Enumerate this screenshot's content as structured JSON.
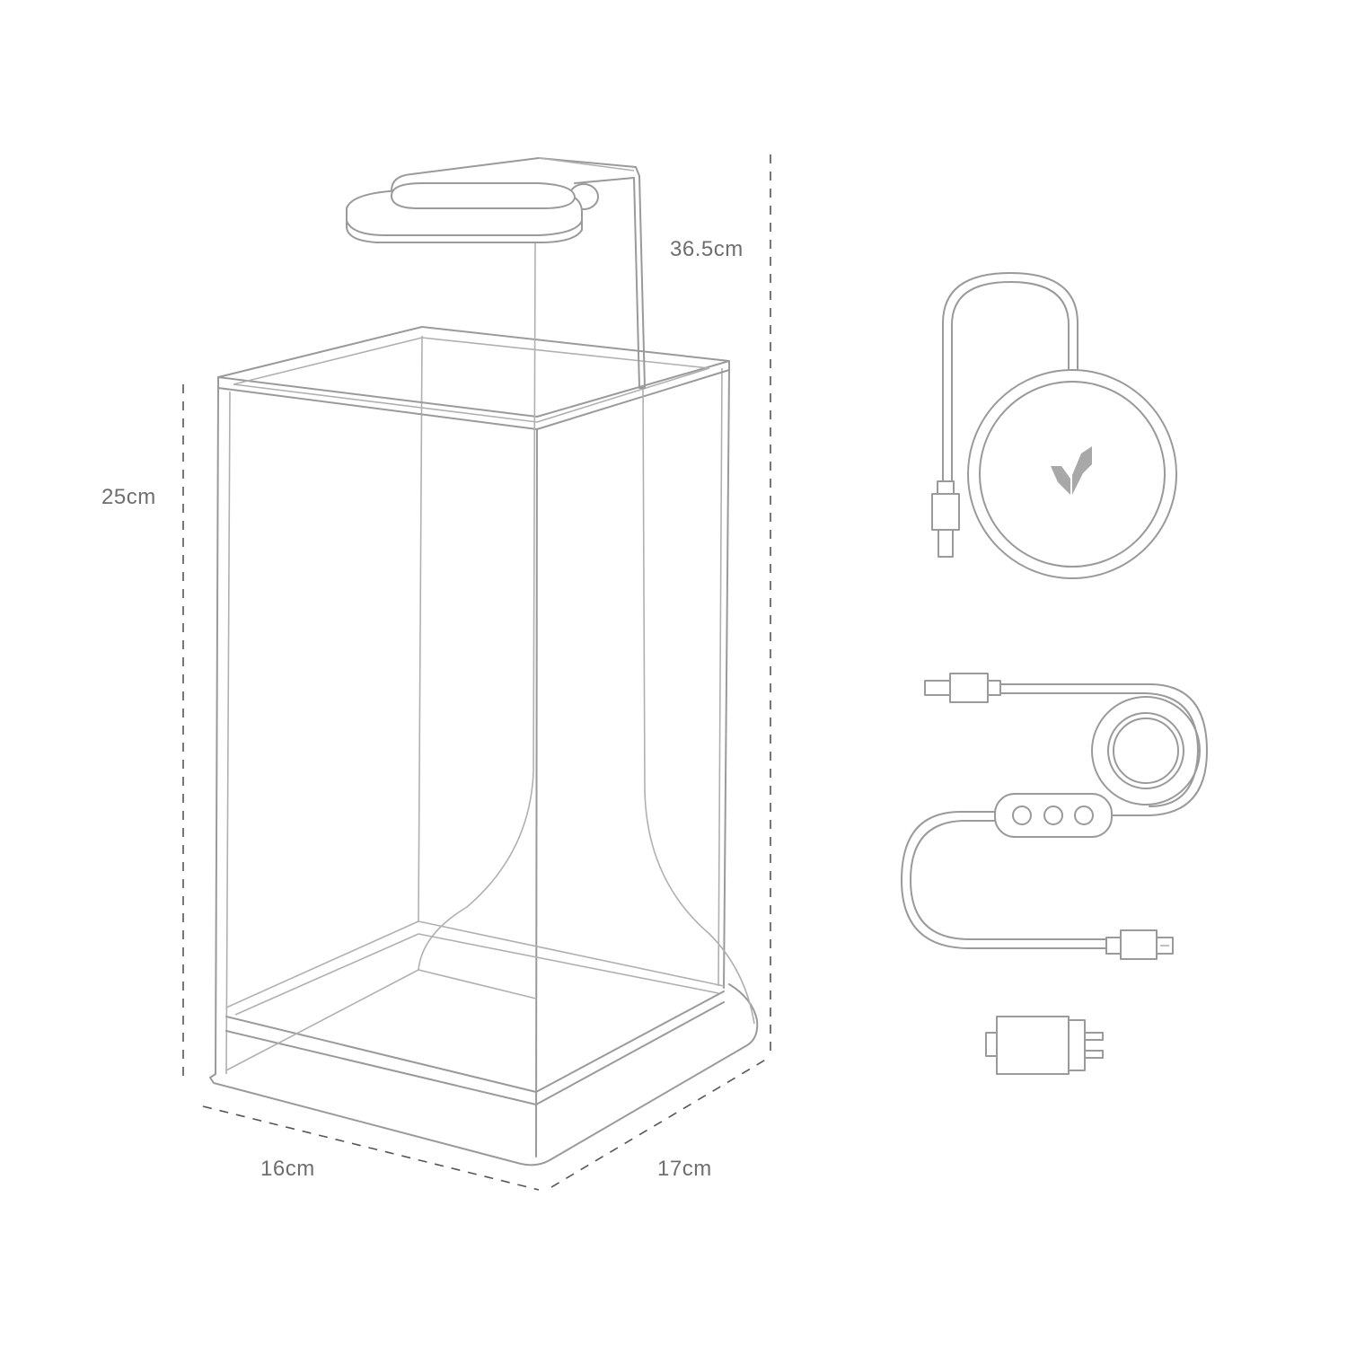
{
  "dimensions": {
    "total_height": "36.5cm",
    "tank_height": "25cm",
    "width": "16cm",
    "depth": "17cm"
  },
  "colors": {
    "line": "#9a9a9a",
    "dimension_line": "#555555",
    "text": "#6e6e6e",
    "background": "#ffffff"
  },
  "icons": {
    "brand_logo": "leaf-logo-icon"
  }
}
